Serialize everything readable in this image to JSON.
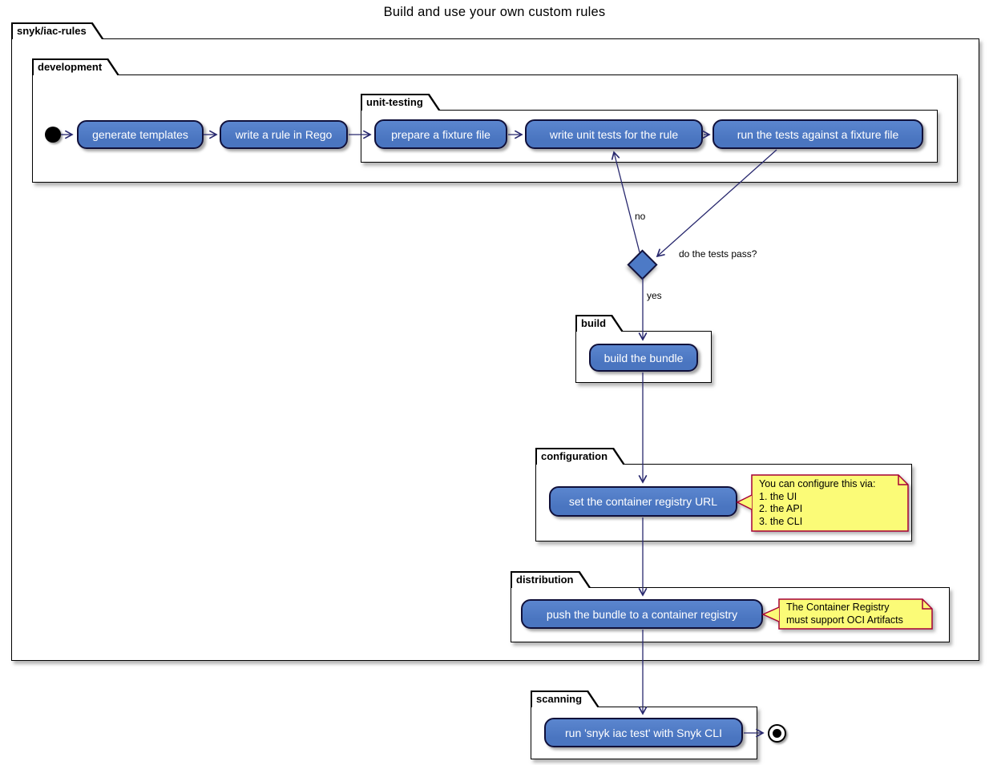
{
  "title": "Build and use your own custom rules",
  "frames": {
    "root": {
      "label": "snyk/iac-rules"
    },
    "development": {
      "label": "development"
    },
    "unit_testing": {
      "label": "unit-testing"
    },
    "build": {
      "label": "build"
    },
    "configuration": {
      "label": "configuration"
    },
    "distribution": {
      "label": "distribution"
    },
    "scanning": {
      "label": "scanning"
    }
  },
  "activities": {
    "generate_templates": {
      "label": "generate templates"
    },
    "write_rule_rego": {
      "label": "write a rule in Rego"
    },
    "prepare_fixture": {
      "label": "prepare a fixture file"
    },
    "write_unit_tests": {
      "label": "write unit tests for the rule"
    },
    "run_tests": {
      "label": "run the tests against a fixture file"
    },
    "build_bundle": {
      "label": "build the bundle"
    },
    "set_registry_url": {
      "label": "set the container registry URL"
    },
    "push_bundle": {
      "label": "push the bundle to a container registry"
    },
    "run_snyk_cli": {
      "label": "run 'snyk iac test' with Snyk CLI"
    }
  },
  "decision": {
    "question": "do the tests pass?",
    "yes_label": "yes",
    "no_label": "no"
  },
  "notes": {
    "configure": {
      "lines": [
        "You can configure this via:",
        "1. the UI",
        "2. the API",
        "3. the CLI"
      ]
    },
    "registry": {
      "lines": [
        "The Container Registry",
        "must support OCI Artifacts"
      ]
    }
  },
  "colors": {
    "activity_fill": "#4D7AC6",
    "activity_border": "#10103A",
    "arrow": "#28286E",
    "note_fill": "#FBFB77",
    "note_border": "#A80036",
    "frame_border": "#000000"
  }
}
